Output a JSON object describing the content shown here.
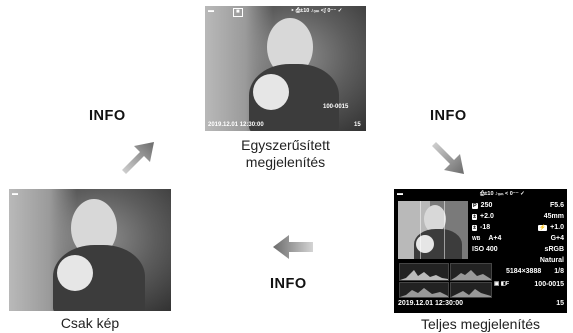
{
  "modes": [
    {
      "caption_line1": "Egyszerűsített",
      "caption_line2": "megjelenítés"
    },
    {
      "caption_line1": "Teljes megjelenítés",
      "caption_line2": ""
    },
    {
      "caption_line1": "Csak kép",
      "caption_line2": ""
    }
  ],
  "info_button": "INFO",
  "simplified": {
    "top_bar": {
      "battery": "▬",
      "mode": "■",
      "icons": "‣ ⎙±10 ♪ₒₘ <ʃ 0⁻⁻ ✓"
    },
    "date_time": "2019.12.01 12:30:00",
    "file_no": "100-0015",
    "frame": "15"
  },
  "full": {
    "shutter": "250",
    "aperture": "F5.6",
    "ev": "+2.0",
    "focal": "45mm",
    "ev2": "-18",
    "flash": "+1.0",
    "wb": "A+4",
    "wb2": "G+4",
    "iso": "ISO 400",
    "color": "sRGB",
    "picture_mode": "Natural",
    "resolution": "5184×3888",
    "compression": "1/8",
    "file_no": "100-0015",
    "date_time": "2019.12.01 12:30:00",
    "frame": "15",
    "top_icons": "⎙±10 ♪ₒₘ < 0⁻⁻ ✓"
  },
  "colors": {
    "arrow_start": "#cfcfcf",
    "arrow_end": "#6b6b6b"
  }
}
